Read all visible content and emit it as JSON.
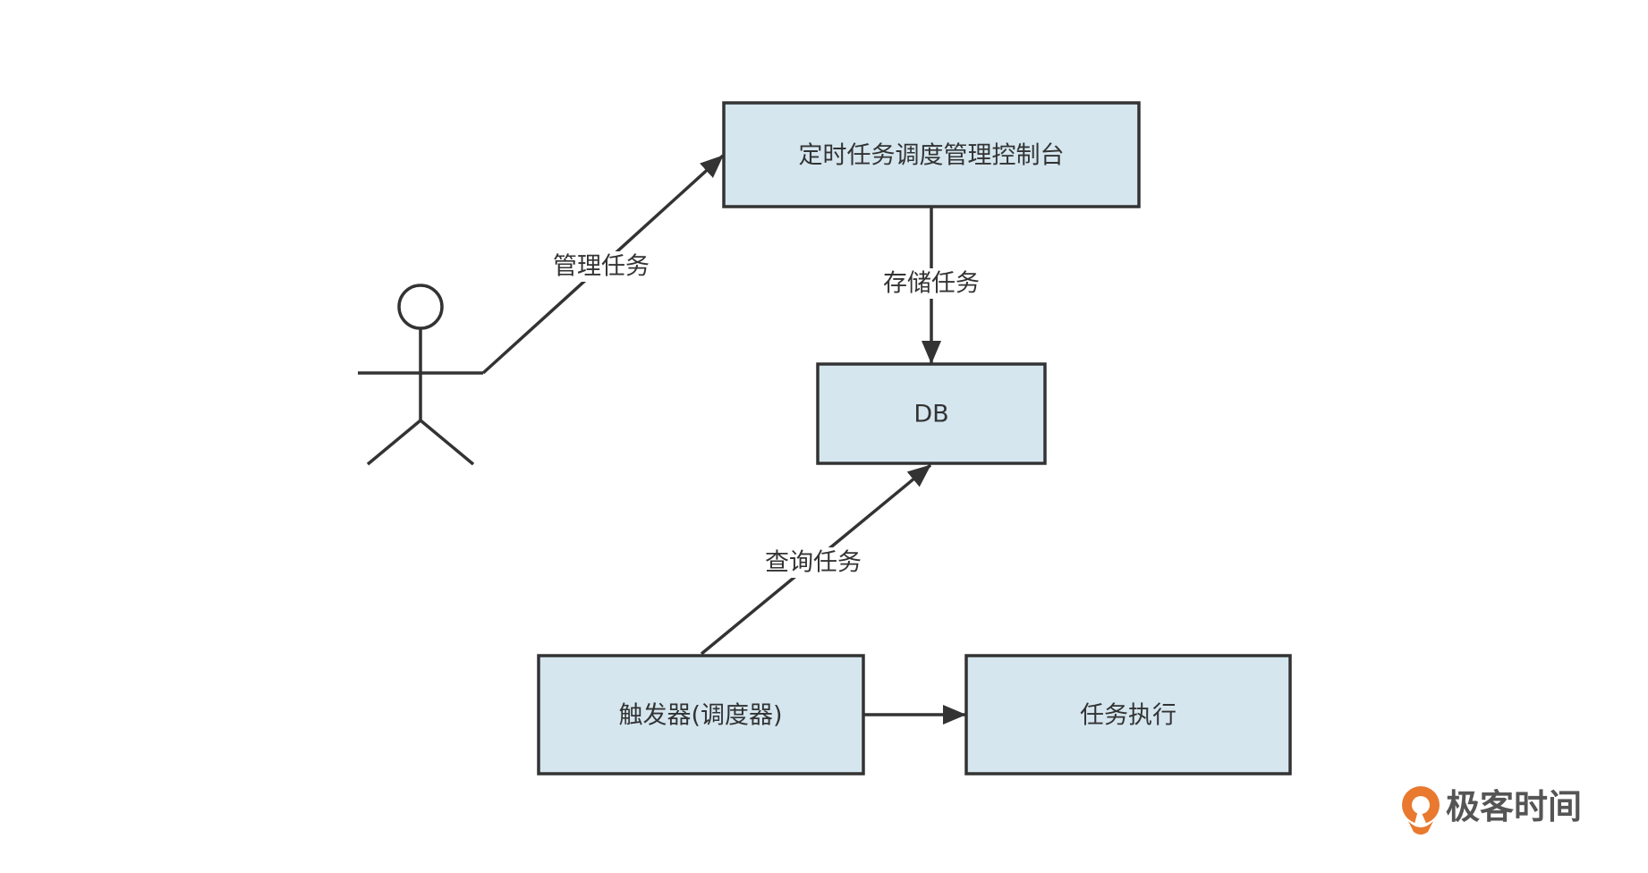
{
  "nodes": {
    "console": "定时任务调度管理控制台",
    "db": "DB",
    "trigger": "触发器(调度器)",
    "executor": "任务执行"
  },
  "edges": {
    "actor_to_console": "管理任务",
    "console_to_db": "存储任务",
    "trigger_to_db": "查询任务"
  },
  "logo": {
    "text": "极客时间",
    "color": "#e8792f"
  },
  "colors": {
    "box_fill": "#d5e6ef",
    "stroke": "#333333"
  }
}
